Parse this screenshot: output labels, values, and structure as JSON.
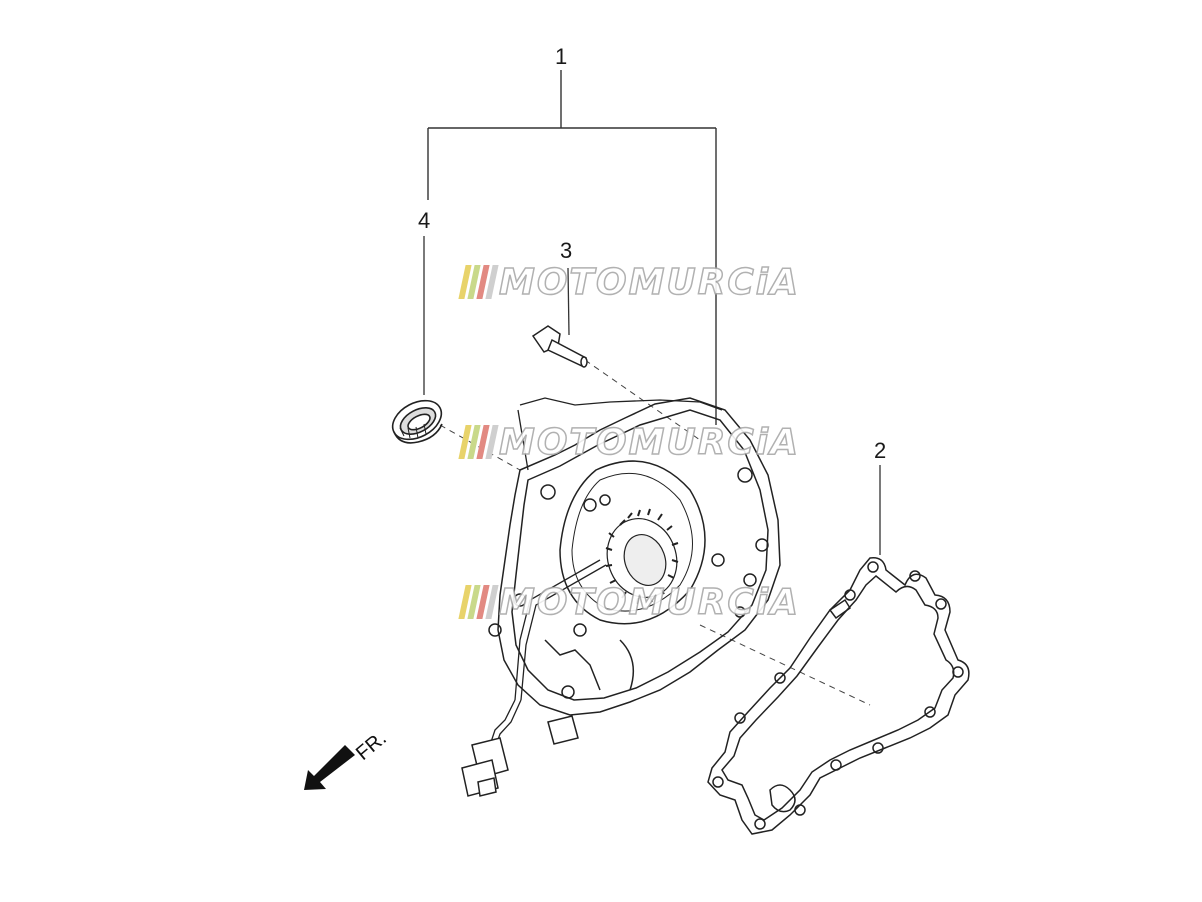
{
  "callouts": {
    "part_1": "1",
    "part_2": "2",
    "part_3": "3",
    "part_4": "4"
  },
  "direction": {
    "label": "FR.",
    "icon": "front-direction-arrow-icon"
  },
  "watermark": {
    "text": "MOTOMURCiA",
    "stripe_colors": [
      "#e8d36a",
      "#c9d98a",
      "#e28a82",
      "#cfcfcf"
    ]
  },
  "colors": {
    "line": "#222222",
    "leader": "#333333",
    "background": "#ffffff"
  }
}
